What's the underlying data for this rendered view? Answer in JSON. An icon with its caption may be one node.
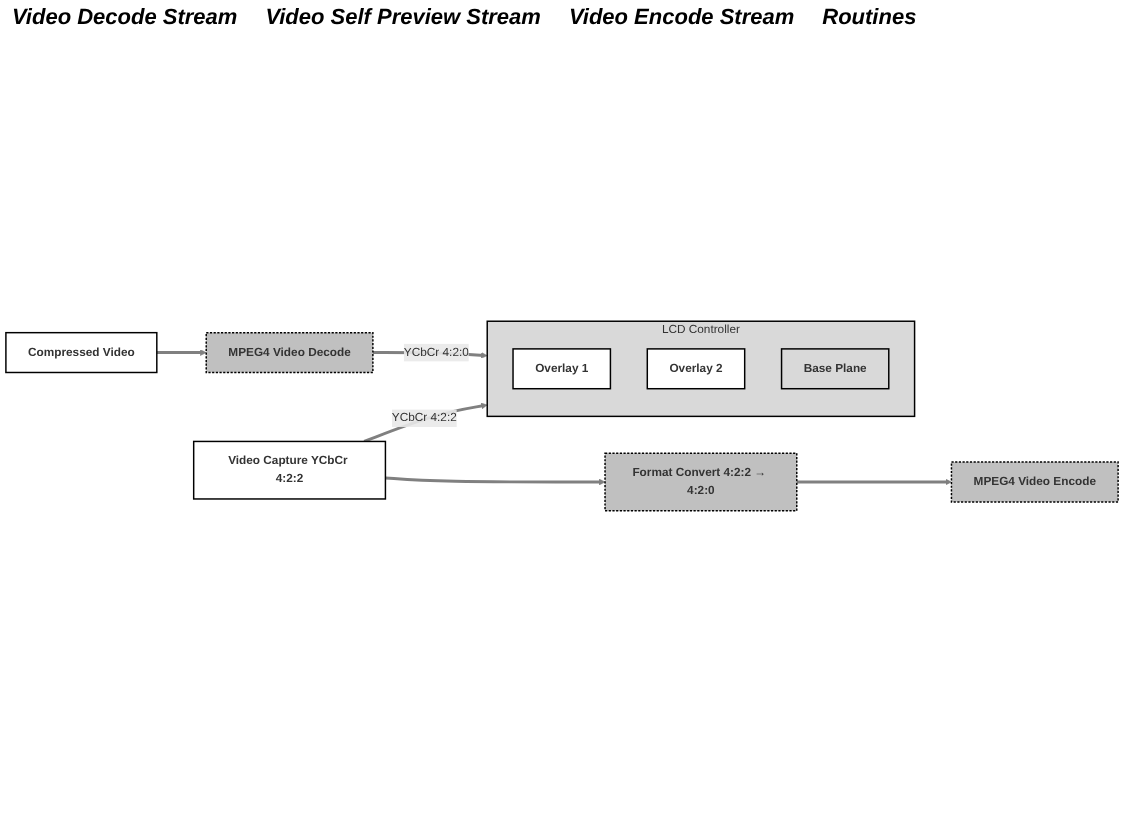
{
  "diagram": {
    "nodes": [
      {
        "text": [
          "Compressed Video"
        ]
      },
      {
        "text": [
          "MPEG4 Video Decode"
        ]
      },
      {
        "text": [
          "LCD Controller"
        ]
      },
      {
        "text": [
          "Overlay 1"
        ],
        "in": 2
      },
      {
        "text": [
          "Overlay 2"
        ],
        "in": 2
      },
      {
        "text": [
          "Base Plane"
        ],
        "in": 2
      },
      {
        "text": [
          "Video Capture YCbCr 4:2:2"
        ]
      },
      {
        "text": [
          "Format Convert 4:2:2 → 4:2:0"
        ]
      },
      {
        "text": [
          "MPEG4 Video Encode"
        ]
      }
    ],
    "edges": [
      {
        "from": 0,
        "to": 1,
        "arrow": "to"
      },
      {
        "from": 1,
        "to": 2,
        "arrow": "to",
        "label": "YCbCr 4:2:0"
      },
      {
        "from": 6,
        "to": 2,
        "arrow": "to",
        "label": "YCbCr 4:2:2"
      },
      {
        "from": 6,
        "to": 7,
        "arrow": "to"
      },
      {
        "from": 7,
        "to": 8,
        "arrow": "to"
      }
    ],
    "labels": [
      "Video Decode Stream",
      "Video Self Preview Stream",
      "Video Encode Stream",
      "Routines"
    ]
  }
}
